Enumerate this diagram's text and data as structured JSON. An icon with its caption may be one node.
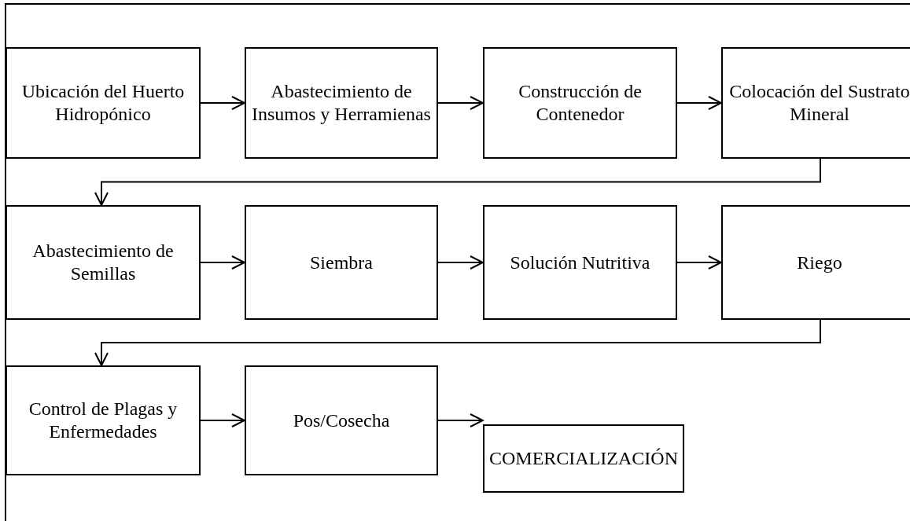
{
  "diagram": {
    "nodes": [
      {
        "text": [
          "Ubicación del Huerto Hidropónico"
        ]
      },
      {
        "text": [
          "Abastecimiento de Insumos y Herramienas"
        ]
      },
      {
        "text": [
          "Construcción de Contenedor"
        ]
      },
      {
        "text": [
          "Colocación del Sustrato Mineral"
        ]
      },
      {
        "text": [
          "Abastecimiento de Semillas"
        ]
      },
      {
        "text": [
          "Siembra"
        ]
      },
      {
        "text": [
          "Solución Nutritiva"
        ]
      },
      {
        "text": [
          "Riego"
        ]
      },
      {
        "text": [
          "Control de Plagas y Enfermedades"
        ]
      },
      {
        "text": [
          "Pos/Cosecha"
        ]
      },
      {
        "text": [
          "COMERCIALIZACIÓN"
        ]
      }
    ],
    "edges": [
      {
        "from": 0,
        "to": 1,
        "arrow": "to"
      },
      {
        "from": 1,
        "to": 2,
        "arrow": "to"
      },
      {
        "from": 2,
        "to": 3,
        "arrow": "to"
      },
      {
        "from": 3,
        "to": 4,
        "arrow": "to"
      },
      {
        "from": 4,
        "to": 5,
        "arrow": "to"
      },
      {
        "from": 5,
        "to": 6,
        "arrow": "to"
      },
      {
        "from": 6,
        "to": 7,
        "arrow": "to"
      },
      {
        "from": 7,
        "to": 8,
        "arrow": "to"
      },
      {
        "from": 8,
        "to": 9,
        "arrow": "to"
      },
      {
        "from": 9,
        "to": 10,
        "arrow": "to"
      }
    ]
  }
}
